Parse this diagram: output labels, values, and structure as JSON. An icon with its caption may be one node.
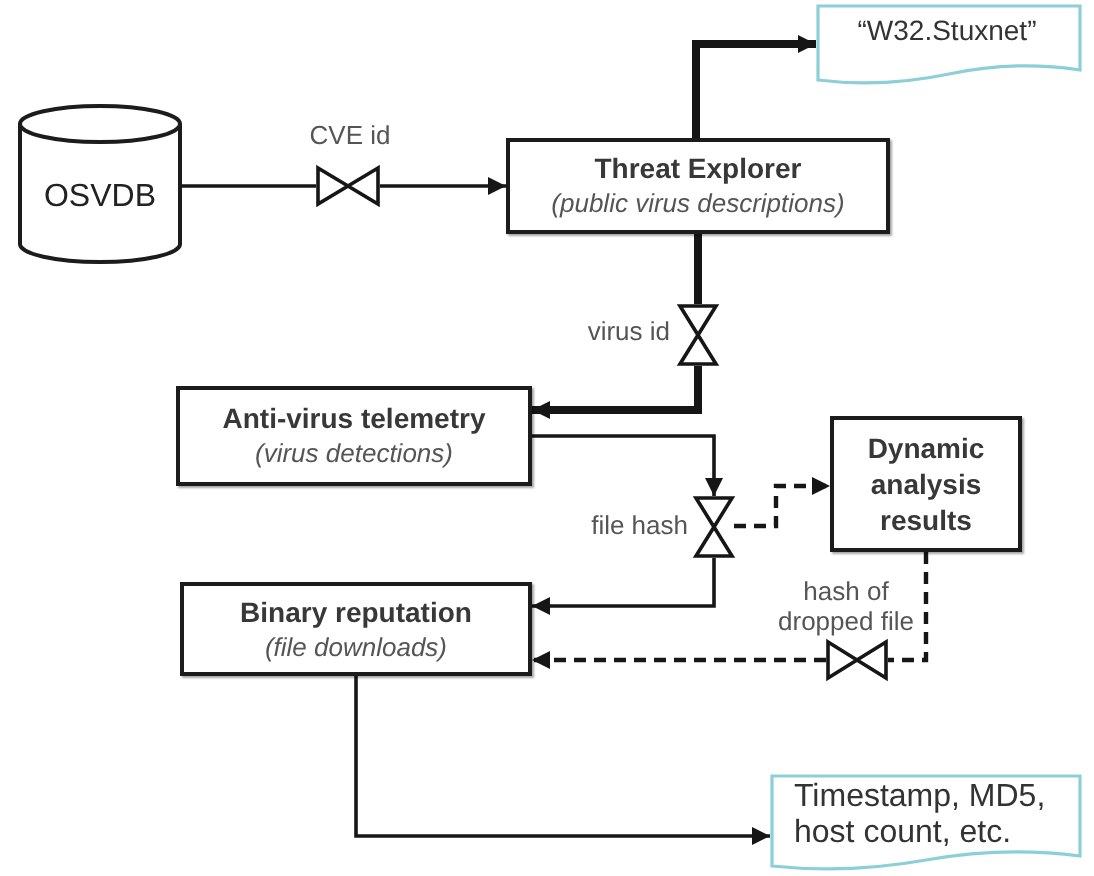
{
  "diagram": {
    "nodes": [
      {
        "text": [
          "“W32.Stuxnet”"
        ]
      },
      {
        "text": [
          "OSVDB"
        ]
      },
      {
        "text": [],
        "shape": "valve",
        "beside": [
          "CVE id"
        ]
      },
      {
        "text": [
          "Threat Explorer",
          "(public virus descriptions)"
        ]
      },
      {
        "text": [],
        "shape": "valve",
        "beside": [
          "virus id"
        ]
      },
      {
        "text": [
          "Anti-virus telemetry",
          "(virus detections)"
        ]
      },
      {
        "text": [],
        "shape": "valve",
        "beside": [
          "file hash"
        ]
      },
      {
        "text": [
          "Dynamic analysis results"
        ]
      },
      {
        "text": [
          "Binary reputation",
          "(file downloads)"
        ]
      },
      {
        "text": [],
        "shape": "valve",
        "beside": [
          "hash of dropped file"
        ]
      },
      {
        "text": [
          "Timestamp, MD5, host count, etc."
        ]
      }
    ],
    "edges": [
      {
        "from": 1,
        "to": 2,
        "arrow": "none"
      },
      {
        "from": 2,
        "to": 3,
        "arrow": "to"
      },
      {
        "from": 3,
        "to": 0,
        "arrow": "to",
        "style": "thick"
      },
      {
        "from": 3,
        "to": 4,
        "arrow": "none",
        "style": "thick"
      },
      {
        "from": 4,
        "to": 5,
        "arrow": "to",
        "style": "thick"
      },
      {
        "from": 5,
        "to": 6,
        "arrow": "to"
      },
      {
        "from": 6,
        "to": 8,
        "arrow": "to"
      },
      {
        "from": 6,
        "to": 7,
        "arrow": "to",
        "style": "dashed"
      },
      {
        "from": 7,
        "to": 9,
        "arrow": "none",
        "style": "dashed"
      },
      {
        "from": 9,
        "to": 8,
        "arrow": "to",
        "style": "dashed"
      },
      {
        "from": 8,
        "to": 10,
        "arrow": "to"
      }
    ]
  }
}
